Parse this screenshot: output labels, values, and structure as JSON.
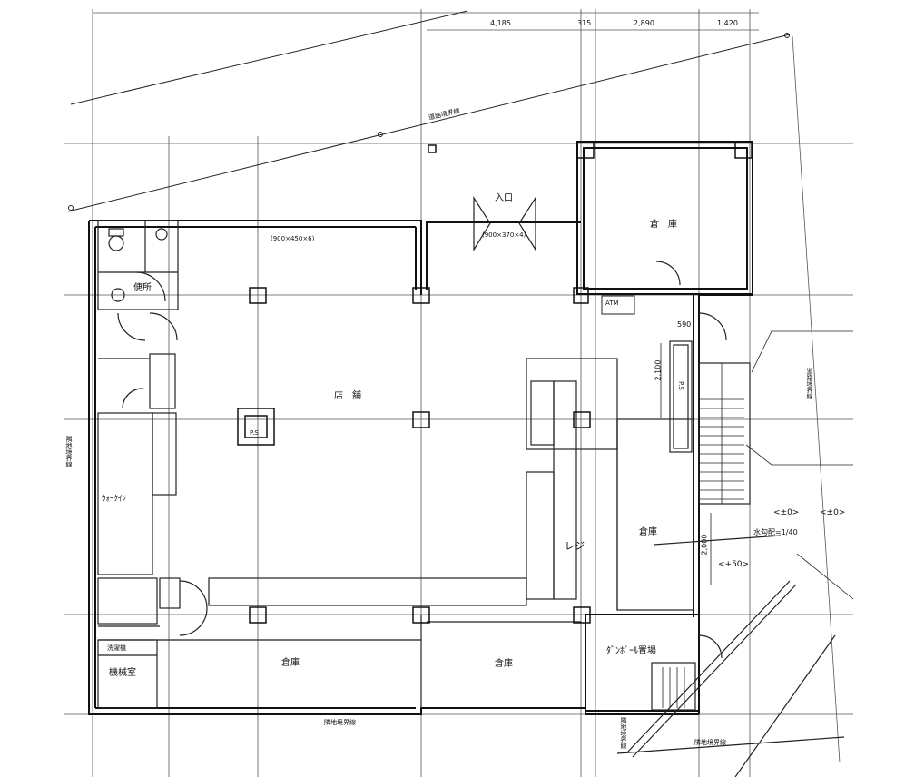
{
  "dimensions": [
    "4,185",
    "315",
    "2,890",
    "1,420"
  ],
  "rooms": {
    "store": "店　舗",
    "warehouse_top": "倉　庫",
    "warehouse_right": "倉庫",
    "warehouse_bottom_left": "倉庫",
    "warehouse_bottom_mid": "倉庫",
    "toilet": "便所",
    "walkin": "ｳｫｰｸｲﾝ",
    "cardboard": "ﾀﾞﾝﾎﾞｰﾙ置場",
    "machine": "機械室",
    "washroom": "洗濯機",
    "register": "レジ",
    "entrance": "入口",
    "atm": "ATM",
    "ps_left": "P.S",
    "ps_right": "P.S"
  },
  "notes": {
    "window_top": "(900×450×6)",
    "window_entrance": "(900×370×4)",
    "dim_590": "590",
    "dim_2100": "2,100",
    "dim_2000": "2,000",
    "level_0a": "<±0>",
    "level_0b": "<±0>",
    "level_50": "<+50>",
    "slope": "水勾配=1/40",
    "road_boundary": "道路境界線",
    "road_boundary_right": "道路境界線",
    "neighbor_left": "隣地境界線",
    "neighbor_bottom": "隣地境界線",
    "neighbor_bottom_right": "隣地境界線",
    "neighbor_vertical": "隣地境界線"
  }
}
